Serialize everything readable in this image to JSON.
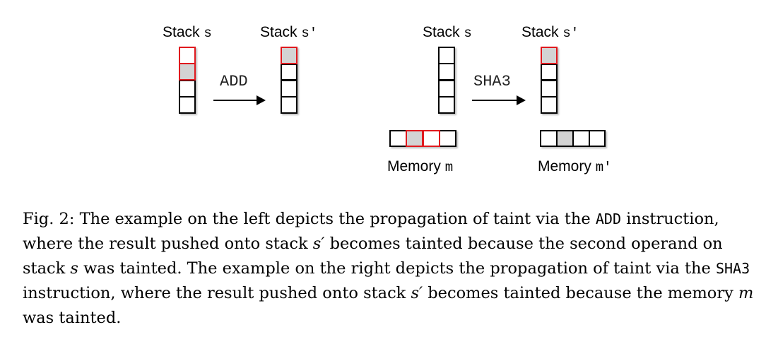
{
  "left_example": {
    "stack_before_label": "Stack",
    "stack_before_var": "s",
    "stack_after_label": "Stack",
    "stack_after_var": "s′",
    "instruction": "ADD"
  },
  "right_example": {
    "stack_before_label": "Stack",
    "stack_before_var": "s",
    "stack_after_label": "Stack",
    "stack_after_var": "s′",
    "instruction": "SHA3",
    "memory_before_label": "Memory",
    "memory_before_var": "m",
    "memory_after_label": "Memory",
    "memory_after_var": "m′"
  },
  "colors": {
    "tainted_fill": "#d3d3d3",
    "highlight_border": "#e0191e"
  },
  "caption": {
    "fig_label": "Fig. 2:",
    "t1": " The example on the left depicts the propagation of taint via the ",
    "code1": "ADD",
    "t2": " instruction, where the result pushed onto stack ",
    "var1": "s′",
    "t3": " becomes tainted because the second operand on stack ",
    "var2": "s",
    "t4": " was tainted. The example on the right depicts the propagation of taint via the ",
    "code2": "SHA3",
    "t5": " instruction, where the result pushed onto stack ",
    "var3": "s′",
    "t6": " becomes tainted because the memory ",
    "var4": "m",
    "t7": " was tainted."
  }
}
